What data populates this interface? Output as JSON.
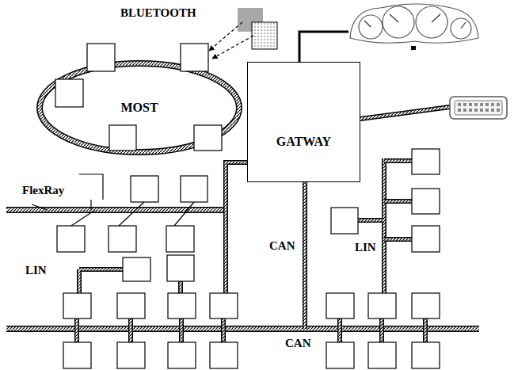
{
  "diagram": {
    "nodes": [
      {
        "text": [
          "MOST"
        ]
      },
      {
        "text": [
          "GATWAY"
        ]
      }
    ],
    "labels": [
      "BLUETOOTH",
      "FlexRay",
      "LIN",
      "CAN",
      "LIN",
      "CAN"
    ]
  }
}
